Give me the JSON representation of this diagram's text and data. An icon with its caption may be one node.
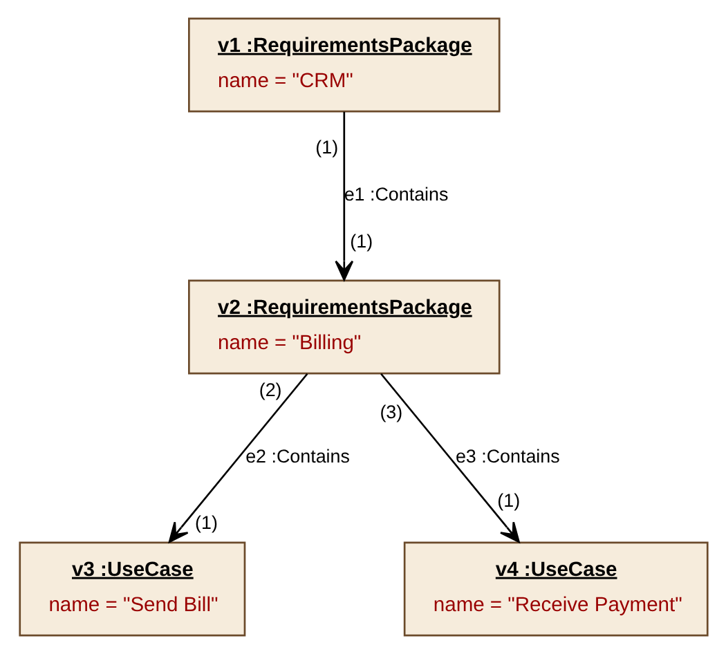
{
  "diagram": {
    "nodes": [
      {
        "text": [
          "v1 :RequirementsPackage",
          "name = \"CRM\""
        ]
      },
      {
        "text": [
          "v2 :RequirementsPackage",
          "name = \"Billing\""
        ]
      },
      {
        "text": [
          "v3 :UseCase",
          "name = \"Send Bill\""
        ]
      },
      {
        "text": [
          "v4 :UseCase",
          "name = \"Receive Payment\""
        ]
      }
    ],
    "edges": [
      {
        "from": 0,
        "to": 1,
        "arrow": "to",
        "label": "e1 :Contains"
      },
      {
        "from": 1,
        "to": 2,
        "arrow": "to",
        "label": "e2 :Contains"
      },
      {
        "from": 1,
        "to": 3,
        "arrow": "to",
        "label": "e3 :Contains"
      }
    ],
    "labels": [
      "(1)",
      "(1)",
      "(2)",
      "(1)",
      "(3)",
      "(1)"
    ]
  }
}
